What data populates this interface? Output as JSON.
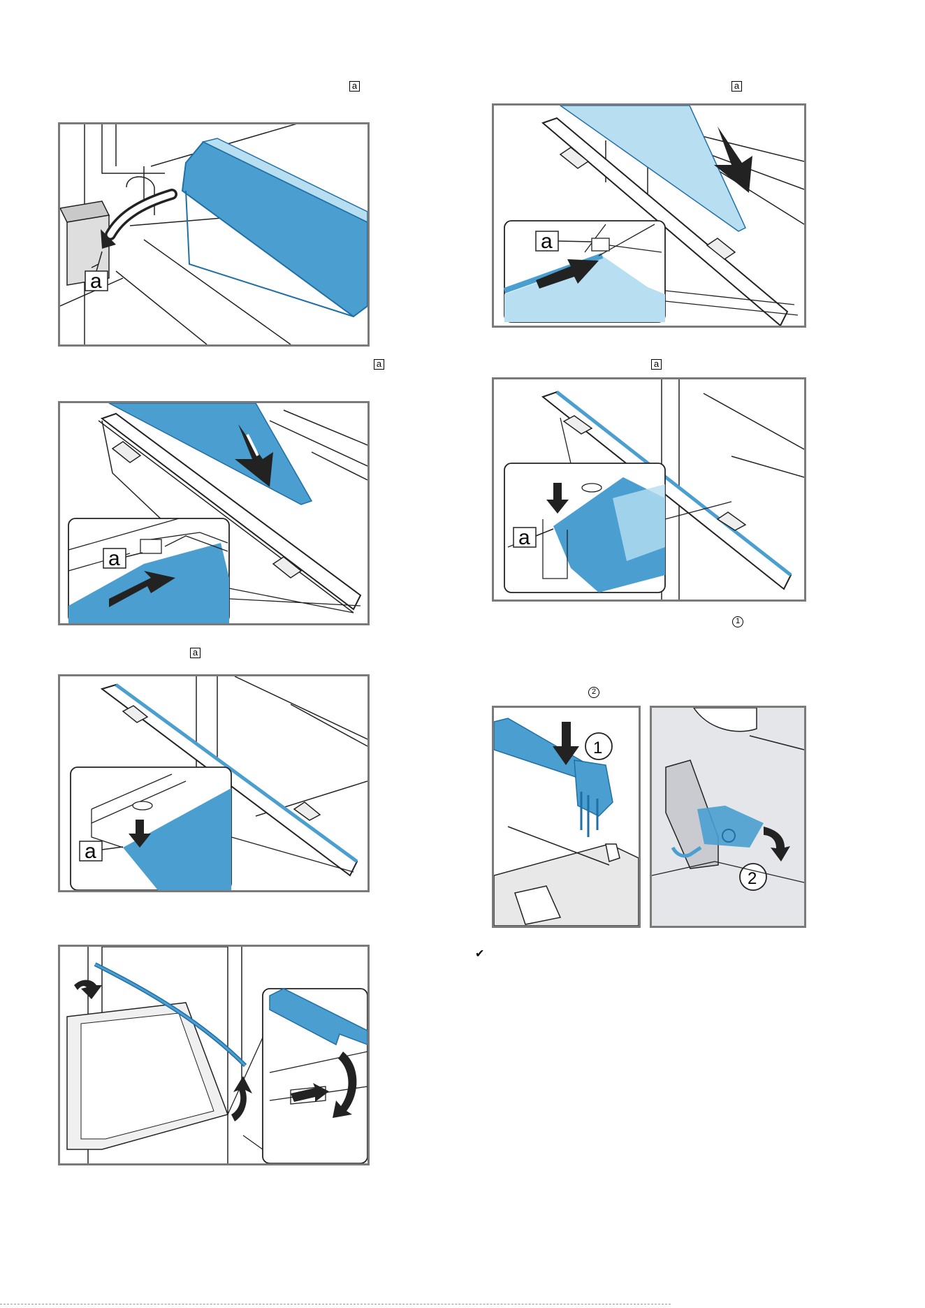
{
  "markers": {
    "m1": "a",
    "m2": "a",
    "m3": "a",
    "m4": "a",
    "m5": "a",
    "m6": "1",
    "m7": "2",
    "check": "✔"
  },
  "figures": {
    "fig1": {
      "label": "a"
    },
    "fig2": {
      "label": "a"
    },
    "fig3": {
      "label": "a"
    },
    "fig5": {
      "label": "a"
    },
    "fig6": {
      "label": "a"
    },
    "fig7a": {
      "label": "1"
    },
    "fig7b": {
      "label": "2"
    }
  },
  "colors": {
    "blue": "#4a9fd0",
    "blue_light": "#b7dff1",
    "blue_dark": "#1f6fa6",
    "frame": "#7a7a7a",
    "line": "#222222"
  }
}
